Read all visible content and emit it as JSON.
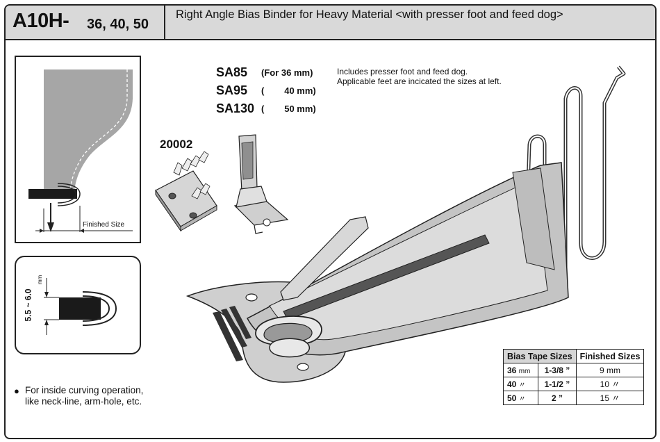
{
  "header": {
    "model": "A10H-",
    "sizes": "36, 40, 50",
    "title": "Right Angle Bias Binder for Heavy Material <with presser foot and feed dog>"
  },
  "parts": [
    {
      "code": "SA85",
      "size": "(For 36 mm)"
    },
    {
      "code": "SA95",
      "size": "(        40 mm)"
    },
    {
      "code": "SA130",
      "size": "(        50 mm)"
    }
  ],
  "notes": {
    "line1": "Includes presser foot and feed dog.",
    "line2": "Applicable feet are incicated the sizes at left."
  },
  "feed_dog_code": "20002",
  "finished_size_label": "Finished Size",
  "thickness_label": "5.5 ~ 6.0",
  "thickness_unit": "mm",
  "bullet": {
    "line1": "For inside curving operation,",
    "line2": "like neck-line, arm-hole, etc."
  },
  "table": {
    "col1": "Bias Tape Sizes",
    "col2": "Finished Sizes",
    "rows": [
      {
        "mm": "36",
        "unit": "mm",
        "inch": "1-3/8 ”",
        "finished": "9  mm"
      },
      {
        "mm": "40",
        "unit": "〃",
        "inch": "1-1/2 ”",
        "finished": "10  〃"
      },
      {
        "mm": "50",
        "unit": "〃",
        "inch": "2 ”",
        "finished": "15  〃"
      }
    ]
  },
  "colors": {
    "header_bg": "#d9d9d9",
    "fabric": "#a8a8a8",
    "metal": "#c8c8c8",
    "tape": "#1a1a1a"
  }
}
